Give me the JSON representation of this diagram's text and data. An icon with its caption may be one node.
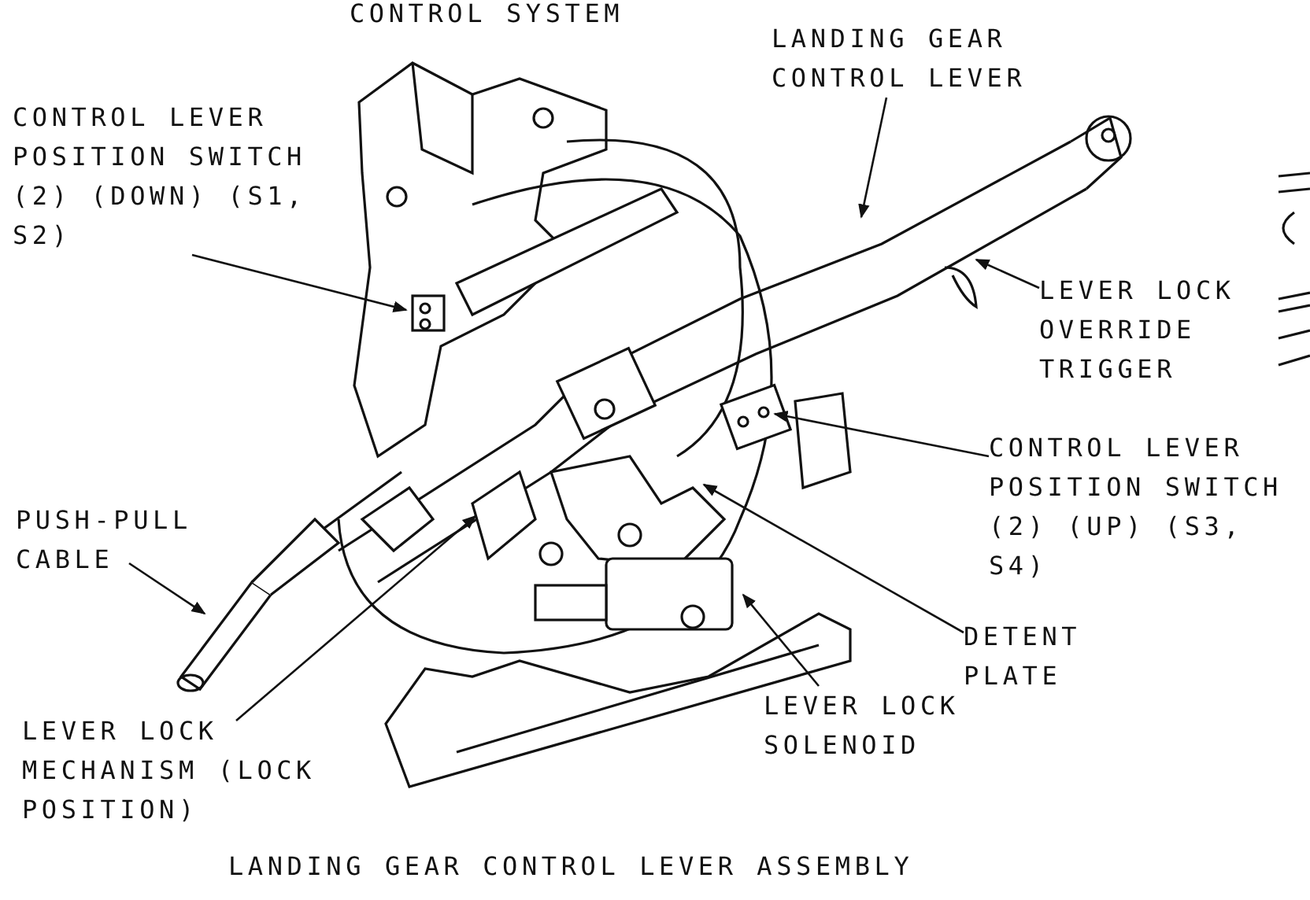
{
  "diagram": {
    "caption": "LANDING GEAR CONTROL LEVER ASSEMBLY",
    "nodes": [
      {
        "text": [
          "LANDING GEAR CONTROL LEVER"
        ]
      },
      {
        "text": [
          "CONTROL LEVER POSITION SWITCH (2) (DOWN) (S1, S2)"
        ]
      },
      {
        "text": [
          "LEVER LOCK OVERRIDE TRIGGER"
        ]
      },
      {
        "text": [
          "CONTROL LEVER POSITION SWITCH (2) (UP) (S3, S4)"
        ]
      },
      {
        "text": [
          "PUSH-PULL CABLE"
        ]
      },
      {
        "text": [
          "DETENT PLATE"
        ]
      },
      {
        "text": [
          "LEVER LOCK SOLENOID"
        ]
      },
      {
        "text": [
          "LEVER LOCK MECHANISM (LOCK POSITION)"
        ]
      }
    ],
    "edges": [
      {
        "from": 0,
        "to": null,
        "arrow": "to"
      },
      {
        "from": 1,
        "to": null,
        "arrow": "to"
      },
      {
        "from": 2,
        "to": null,
        "arrow": "to"
      },
      {
        "from": 3,
        "to": null,
        "arrow": "to"
      },
      {
        "from": 4,
        "to": null,
        "arrow": "to"
      },
      {
        "from": 5,
        "to": null,
        "arrow": "to"
      },
      {
        "from": 6,
        "to": null,
        "arrow": "to"
      },
      {
        "from": 7,
        "to": null,
        "arrow": "to"
      }
    ],
    "labels": [
      "CONTROL SYSTEM"
    ]
  }
}
